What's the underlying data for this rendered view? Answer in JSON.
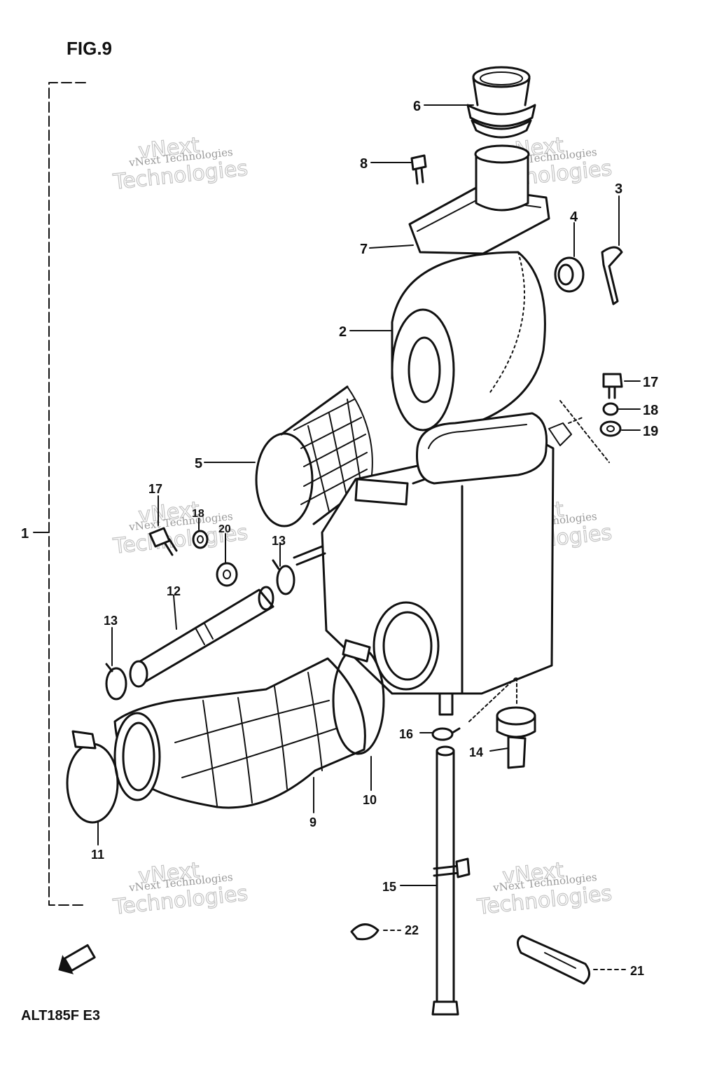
{
  "figure_title": "FIG.9",
  "model_code": "ALT185F E3",
  "fwd_arrow": "FWD",
  "watermark": {
    "line1": "vNext Technologies",
    "line2": "vNext",
    "line3": "Technologies"
  },
  "callouts": [
    "1",
    "2",
    "3",
    "4",
    "5",
    "6",
    "7",
    "8",
    "9",
    "10",
    "11",
    "12",
    "13",
    "13",
    "14",
    "15",
    "16",
    "17",
    "17",
    "18",
    "18",
    "19",
    "20",
    "21",
    "22"
  ]
}
